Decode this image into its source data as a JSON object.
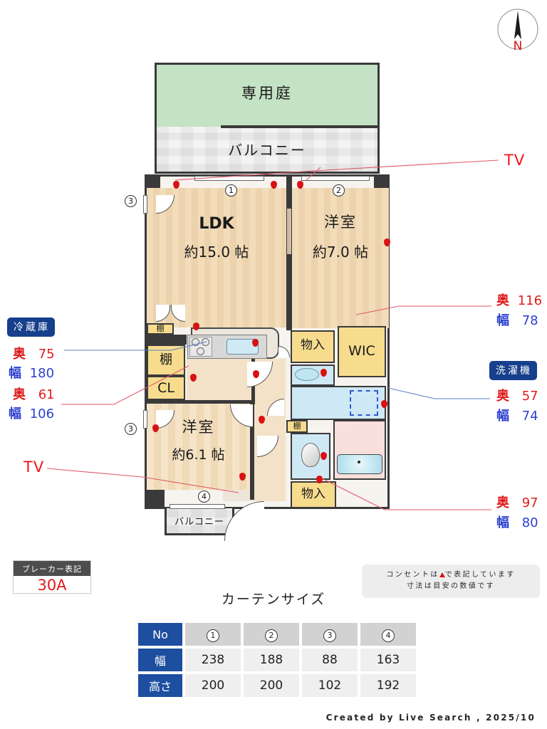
{
  "compass": {
    "label": "N"
  },
  "plan": {
    "garden_label": "専用庭",
    "balcony_top_label": "バルコニー",
    "balcony_bottom_label": "バルコニー",
    "rooms": [
      {
        "name": "LDK",
        "size": "約15.0 帖"
      },
      {
        "name": "洋室",
        "size": "約7.0 帖"
      },
      {
        "name": "洋室",
        "size": "約6.1 帖"
      }
    ],
    "ldk_name": "LDK",
    "ldk_size": "約15.0 帖",
    "room2_name": "洋室",
    "room2_size": "約7.0 帖",
    "room3_name": "洋室",
    "room3_size": "約6.1 帖",
    "storage_upper": "物入",
    "storage_lower": "物入",
    "wic": "WIC",
    "closet_cl": "CL",
    "shelf_kitchen": "棚",
    "shelf_small_top": "棚",
    "shelf_small_bath": "棚",
    "window_numbers": [
      "1",
      "2",
      "3",
      "3",
      "4"
    ]
  },
  "annotations": {
    "tv_right": "TV",
    "tv_left": "TV",
    "fridge": {
      "tag": "冷蔵庫",
      "rows": [
        {
          "k": "奥",
          "v": "75",
          "color": "red"
        },
        {
          "k": "幅",
          "v": "180",
          "color": "blue"
        },
        {
          "k": "奥",
          "v": "61",
          "color": "red"
        },
        {
          "k": "幅",
          "v": "106",
          "color": "blue"
        }
      ]
    },
    "washer": {
      "tag": "洗濯機",
      "rows": [
        {
          "k": "奥",
          "v": "57",
          "color": "red"
        },
        {
          "k": "幅",
          "v": "74",
          "color": "blue"
        }
      ]
    },
    "wic_dims": [
      {
        "k": "奥",
        "v": "116",
        "color": "red"
      },
      {
        "k": "幅",
        "v": "78",
        "color": "blue"
      }
    ],
    "storage_dims": [
      {
        "k": "奥",
        "v": "97",
        "color": "red"
      },
      {
        "k": "幅",
        "v": "80",
        "color": "blue"
      }
    ]
  },
  "breaker": {
    "header": "ブレーカー表記",
    "value": "30A"
  },
  "note": {
    "line1_pre": "コンセントは",
    "line1_post": "で表記しています",
    "line2": "寸法は目安の数値です"
  },
  "curtain": {
    "title": "カーテンサイズ",
    "row_headers": [
      "No",
      "幅",
      "高さ"
    ],
    "columns": [
      "1",
      "2",
      "3",
      "4"
    ],
    "width": [
      "238",
      "188",
      "88",
      "163"
    ],
    "height": [
      "200",
      "200",
      "102",
      "192"
    ]
  },
  "footer": {
    "credit": "Created by Live Search , 2025/10"
  },
  "colors": {
    "wall": "#3a3a3a",
    "garden": "#c4e2c4",
    "closet": "#f7dc8e",
    "wet": "#cfe8f5",
    "bath": "#f7ded9",
    "accent_blue": "#1d4ea0",
    "outlet_red": "#d81111",
    "dim_red": "#e01b1b",
    "dim_blue": "#2b3fcf"
  }
}
